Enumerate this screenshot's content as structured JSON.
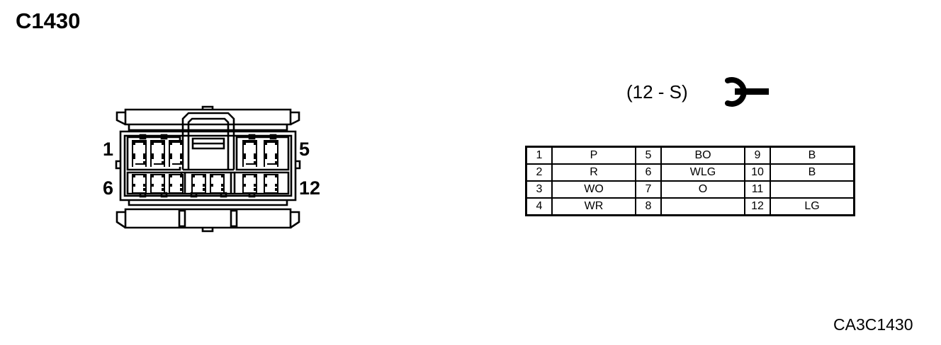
{
  "page": {
    "title": "C1430",
    "doc_code": "CA3C1430",
    "background_color": "#ffffff",
    "ink_color": "#000000"
  },
  "connector": {
    "name": "C1430 connector face view",
    "callouts": {
      "top_left": "1",
      "bottom_left": "6",
      "top_right": "5",
      "bottom_right": "12"
    },
    "top_row_terminal_count": 5,
    "bottom_row_terminal_count": 7,
    "top_row_groups": [
      3,
      2
    ],
    "bottom_row_groups": [
      3,
      2,
      2
    ]
  },
  "connector_type": {
    "label": "(12 - S)",
    "symbol_name": "male-blade-terminal-symbol"
  },
  "pin_table": {
    "name": "pin-assignment-table",
    "column_groups": [
      {
        "rows": [
          {
            "pin": "1",
            "value": "P"
          },
          {
            "pin": "2",
            "value": "R"
          },
          {
            "pin": "3",
            "value": "WO"
          },
          {
            "pin": "4",
            "value": "WR"
          }
        ]
      },
      {
        "rows": [
          {
            "pin": "5",
            "value": "BO"
          },
          {
            "pin": "6",
            "value": "WLG"
          },
          {
            "pin": "7",
            "value": "O"
          },
          {
            "pin": "8",
            "value": ""
          }
        ]
      },
      {
        "rows": [
          {
            "pin": "9",
            "value": "B"
          },
          {
            "pin": "10",
            "value": "B"
          },
          {
            "pin": "11",
            "value": ""
          },
          {
            "pin": "12",
            "value": "LG"
          }
        ]
      }
    ]
  }
}
